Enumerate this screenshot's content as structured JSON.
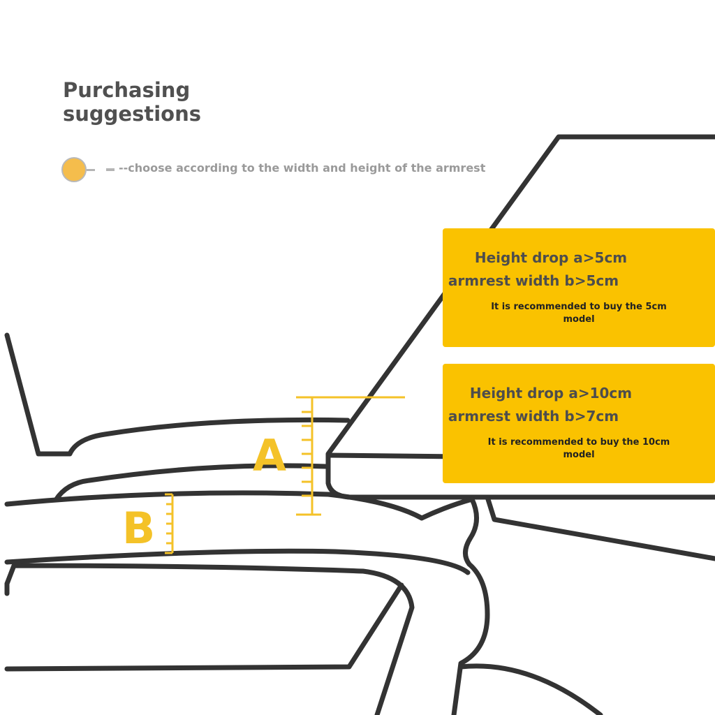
{
  "title": "Purchasing suggestions",
  "legend": {
    "text": "--choose according to the width and height of the armrest",
    "dot_color": "#f5bd4c"
  },
  "cards": [
    {
      "line1": "Height drop a>5cm",
      "line2": "armrest width b>5cm",
      "recommendation": "It is recommended to buy the 5cm model"
    },
    {
      "line1": "Height drop a>10cm",
      "line2": "armrest width b>7cm",
      "recommendation": "It is recommended to buy the 10cm model"
    }
  ],
  "dimensions": {
    "a_label": "A",
    "b_label": "B"
  },
  "colors": {
    "accent": "#fac200",
    "outline": "#333333",
    "measure": "#f4c228"
  }
}
